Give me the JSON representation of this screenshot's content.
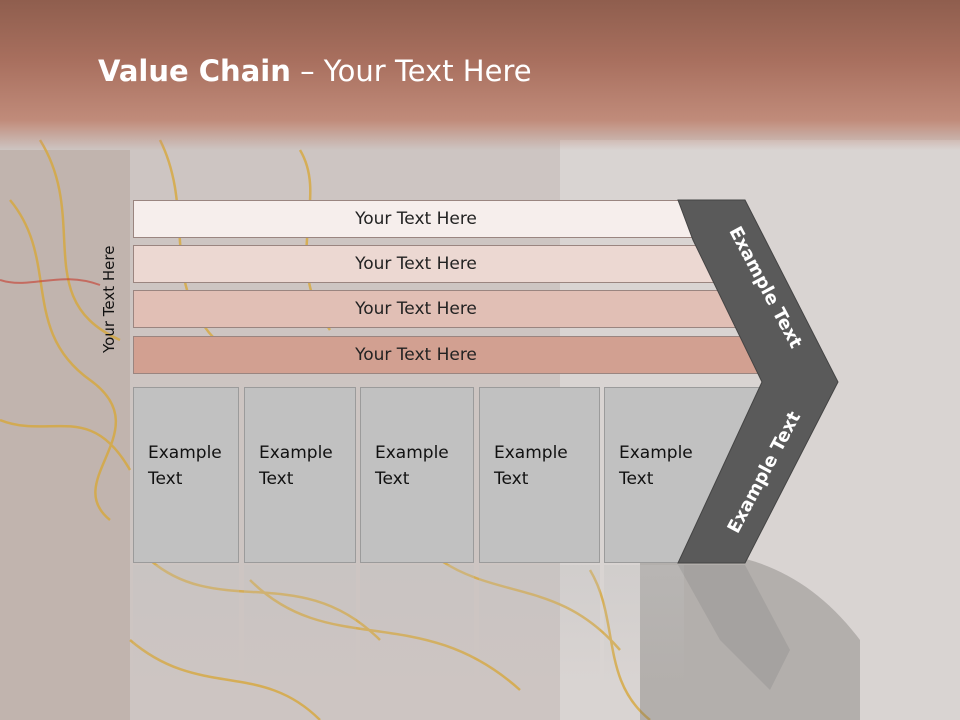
{
  "title": {
    "bold": "Value Chain",
    "rest": " – Your Text Here"
  },
  "vertical_label": "Your Text Here",
  "bars": [
    {
      "label": "Your Text Here",
      "color": "#f6eeec"
    },
    {
      "label": "Your Text Here",
      "color": "#ecd8d2"
    },
    {
      "label": "Your Text Here",
      "color": "#e1bfb5"
    },
    {
      "label": "Your Text Here",
      "color": "#d2a091"
    }
  ],
  "boxes": [
    {
      "line1": "Example",
      "line2": "Text"
    },
    {
      "line1": "Example",
      "line2": "Text"
    },
    {
      "line1": "Example",
      "line2": "Text"
    },
    {
      "line1": "Example",
      "line2": "Text"
    },
    {
      "line1": "Example",
      "line2": "Text"
    }
  ],
  "chevron": {
    "upper_label": "Example Text",
    "lower_label": "Example Text",
    "color": "#5a5a5a"
  }
}
